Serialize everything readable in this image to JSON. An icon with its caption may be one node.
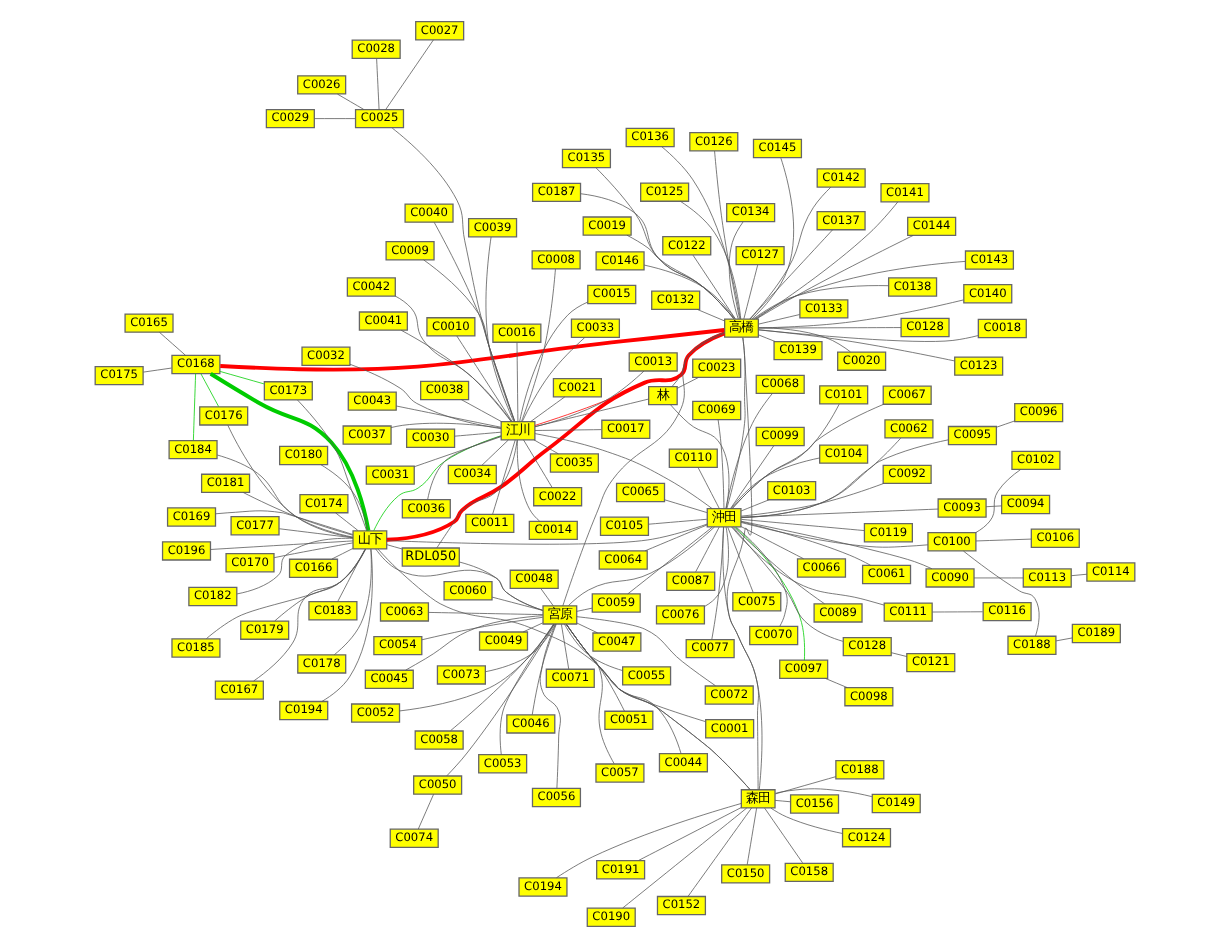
{
  "diagram": {
    "nodes": [
      {
        "text": [
          "山下"
        ]
      },
      {
        "text": [
          "高橋"
        ]
      },
      {
        "text": [
          "森田"
        ]
      },
      {
        "text": [
          "宮原"
        ]
      },
      {
        "text": [
          "江川"
        ]
      },
      {
        "text": [
          "沖田"
        ]
      },
      {
        "text": [
          "林"
        ]
      },
      {
        "text": [
          "RDL050"
        ]
      },
      {
        "text": [
          "C0185"
        ]
      },
      {
        "text": [
          "C0194"
        ]
      },
      {
        "text": [
          "C0167"
        ]
      },
      {
        "text": [
          "C0196"
        ]
      },
      {
        "text": [
          "C0183"
        ]
      },
      {
        "text": [
          "C0166"
        ]
      },
      {
        "text": [
          "C0180"
        ]
      },
      {
        "text": [
          "C0179"
        ]
      },
      {
        "text": [
          "C0178"
        ]
      },
      {
        "text": [
          "C0181"
        ]
      },
      {
        "text": [
          "C0169"
        ]
      },
      {
        "text": [
          "C0177"
        ]
      },
      {
        "text": [
          "C0170"
        ]
      },
      {
        "text": [
          "C0184"
        ]
      },
      {
        "text": [
          "C0168"
        ]
      },
      {
        "text": [
          "C0176"
        ]
      },
      {
        "text": [
          "C0175"
        ]
      },
      {
        "text": [
          "C0165"
        ]
      },
      {
        "text": [
          "C0173"
        ]
      },
      {
        "text": [
          "C0174"
        ]
      },
      {
        "text": [
          "C0182"
        ]
      },
      {
        "text": [
          "C0152"
        ]
      },
      {
        "text": [
          "C0149"
        ]
      },
      {
        "text": [
          "C0150"
        ]
      },
      {
        "text": [
          "C0190"
        ]
      },
      {
        "text": [
          "C0156"
        ]
      },
      {
        "text": [
          "C0124"
        ]
      },
      {
        "text": [
          "C0191"
        ]
      },
      {
        "text": [
          "C0158"
        ]
      },
      {
        "text": [
          "C0188"
        ]
      },
      {
        "text": [
          "C0194"
        ]
      },
      {
        "text": [
          "C0187"
        ]
      },
      {
        "text": [
          "C0126"
        ]
      },
      {
        "text": [
          "C0125"
        ]
      },
      {
        "text": [
          "C0127"
        ]
      },
      {
        "text": [
          "C0138"
        ]
      },
      {
        "text": [
          "C0128"
        ]
      },
      {
        "text": [
          "C0122"
        ]
      },
      {
        "text": [
          "C0123"
        ]
      },
      {
        "text": [
          "C0020"
        ]
      },
      {
        "text": [
          "C0140"
        ]
      },
      {
        "text": [
          "C0018"
        ]
      },
      {
        "text": [
          "C0019"
        ]
      },
      {
        "text": [
          "C0143"
        ]
      },
      {
        "text": [
          "C0141"
        ]
      },
      {
        "text": [
          "C0142"
        ]
      },
      {
        "text": [
          "C0137"
        ]
      },
      {
        "text": [
          "C0139"
        ]
      },
      {
        "text": [
          "C0132"
        ]
      },
      {
        "text": [
          "C0136"
        ]
      },
      {
        "text": [
          "C0133"
        ]
      },
      {
        "text": [
          "C0135"
        ]
      },
      {
        "text": [
          "C0134"
        ]
      },
      {
        "text": [
          "C0145"
        ]
      },
      {
        "text": [
          "C0146"
        ]
      },
      {
        "text": [
          "C0144"
        ]
      },
      {
        "text": [
          "C0001"
        ]
      },
      {
        "text": [
          "C0073"
        ]
      },
      {
        "text": [
          "C0071"
        ]
      },
      {
        "text": [
          "C0055"
        ]
      },
      {
        "text": [
          "C0057"
        ]
      },
      {
        "text": [
          "C0054"
        ]
      },
      {
        "text": [
          "C0056"
        ]
      },
      {
        "text": [
          "C0048"
        ]
      },
      {
        "text": [
          "C0049"
        ]
      },
      {
        "text": [
          "C0045"
        ]
      },
      {
        "text": [
          "C0046"
        ]
      },
      {
        "text": [
          "C0044"
        ]
      },
      {
        "text": [
          "C0047"
        ]
      },
      {
        "text": [
          "C0053"
        ]
      },
      {
        "text": [
          "C0052"
        ]
      },
      {
        "text": [
          "C0072"
        ]
      },
      {
        "text": [
          "C0050"
        ]
      },
      {
        "text": [
          "C0058"
        ]
      },
      {
        "text": [
          "C0051"
        ]
      },
      {
        "text": [
          "C0074"
        ]
      },
      {
        "text": [
          "C0060"
        ]
      },
      {
        "text": [
          "C0063"
        ]
      },
      {
        "text": [
          "C0059"
        ]
      },
      {
        "text": [
          "C0009"
        ]
      },
      {
        "text": [
          "C0010"
        ]
      },
      {
        "text": [
          "C0011"
        ]
      },
      {
        "text": [
          "C0008"
        ]
      },
      {
        "text": [
          "C0026"
        ]
      },
      {
        "text": [
          "C0025"
        ]
      },
      {
        "text": [
          "C0027"
        ]
      },
      {
        "text": [
          "C0028"
        ]
      },
      {
        "text": [
          "C0029"
        ]
      },
      {
        "text": [
          "C0034"
        ]
      },
      {
        "text": [
          "C0022"
        ]
      },
      {
        "text": [
          "C0035"
        ]
      },
      {
        "text": [
          "C0036"
        ]
      },
      {
        "text": [
          "C0033"
        ]
      },
      {
        "text": [
          "C0016"
        ]
      },
      {
        "text": [
          "C0030"
        ]
      },
      {
        "text": [
          "C0031"
        ]
      },
      {
        "text": [
          "C0032"
        ]
      },
      {
        "text": [
          "C0013"
        ]
      },
      {
        "text": [
          "C0017"
        ]
      },
      {
        "text": [
          "C0021"
        ]
      },
      {
        "text": [
          "C0039"
        ]
      },
      {
        "text": [
          "C0040"
        ]
      },
      {
        "text": [
          "C0014"
        ]
      },
      {
        "text": [
          "C0015"
        ]
      },
      {
        "text": [
          "C0038"
        ]
      },
      {
        "text": [
          "C0037"
        ]
      },
      {
        "text": [
          "C0043"
        ]
      },
      {
        "text": [
          "C0042"
        ]
      },
      {
        "text": [
          "C0041"
        ]
      },
      {
        "text": [
          "C0103"
        ]
      },
      {
        "text": [
          "C0089"
        ]
      },
      {
        "text": [
          "C0099"
        ]
      },
      {
        "text": [
          "C0090"
        ]
      },
      {
        "text": [
          "C0113"
        ]
      },
      {
        "text": [
          "C0114"
        ]
      },
      {
        "text": [
          "C0093"
        ]
      },
      {
        "text": [
          "C0094"
        ]
      },
      {
        "text": [
          "C0111"
        ]
      },
      {
        "text": [
          "C0095"
        ]
      },
      {
        "text": [
          "C0116"
        ]
      },
      {
        "text": [
          "C0096"
        ]
      },
      {
        "text": [
          "C0065"
        ]
      },
      {
        "text": [
          "C0068"
        ]
      },
      {
        "text": [
          "C0067"
        ]
      },
      {
        "text": [
          "C0070"
        ]
      },
      {
        "text": [
          "C0062"
        ]
      },
      {
        "text": [
          "C0069"
        ]
      },
      {
        "text": [
          "C0064"
        ]
      },
      {
        "text": [
          "C0066"
        ]
      },
      {
        "text": [
          "C0061"
        ]
      },
      {
        "text": [
          "C0097"
        ]
      },
      {
        "text": [
          "C0104"
        ]
      },
      {
        "text": [
          "C0101"
        ]
      },
      {
        "text": [
          "C0098"
        ]
      },
      {
        "text": [
          "C0100"
        ]
      },
      {
        "text": [
          "C0188"
        ]
      },
      {
        "text": [
          "C0189"
        ]
      },
      {
        "text": [
          "C0128"
        ]
      },
      {
        "text": [
          "C0110"
        ]
      },
      {
        "text": [
          "C0105"
        ]
      },
      {
        "text": [
          "C0102"
        ]
      },
      {
        "text": [
          "C0106"
        ]
      },
      {
        "text": [
          "C0119"
        ]
      },
      {
        "text": [
          "C0121"
        ]
      },
      {
        "text": [
          "C0087"
        ]
      },
      {
        "text": [
          "C0076"
        ]
      },
      {
        "text": [
          "C0075"
        ]
      },
      {
        "text": [
          "C0077"
        ]
      },
      {
        "text": [
          "C0092"
        ]
      },
      {
        "text": [
          "C0023"
        ]
      }
    ],
    "edges": [
      {
        "from": 0,
        "to": 1,
        "arrow": "none",
        "style": "thick",
        "color": "#ff0000"
      },
      {
        "from": 0,
        "to": 22,
        "arrow": "none",
        "style": "thick",
        "color": "#00cc00"
      },
      {
        "from": 22,
        "to": 1,
        "arrow": "none",
        "style": "thick",
        "color": "#ff0000"
      },
      {
        "from": 0,
        "to": 4,
        "arrow": "none",
        "color": "#00cc00"
      },
      {
        "from": 1,
        "to": 4,
        "arrow": "none",
        "color": "#ff0000"
      },
      {
        "from": 0,
        "to": 2,
        "arrow": "none"
      },
      {
        "from": 0,
        "to": 3,
        "arrow": "none"
      },
      {
        "from": 0,
        "to": 5,
        "arrow": "none"
      },
      {
        "from": 2,
        "to": 1,
        "arrow": "none"
      },
      {
        "from": 2,
        "to": 5,
        "arrow": "none"
      },
      {
        "from": 2,
        "to": 3,
        "arrow": "none"
      },
      {
        "from": 1,
        "to": 3,
        "arrow": "none"
      },
      {
        "from": 1,
        "to": 5,
        "arrow": "none"
      },
      {
        "from": 4,
        "to": 5,
        "arrow": "none"
      },
      {
        "from": 5,
        "to": 3,
        "arrow": "none"
      },
      {
        "from": 6,
        "to": 5,
        "arrow": "none"
      },
      {
        "from": 6,
        "to": 4,
        "arrow": "none"
      },
      {
        "from": 7,
        "to": 4,
        "arrow": "none"
      },
      {
        "from": 7,
        "to": 3,
        "arrow": "none"
      },
      {
        "from": 7,
        "to": 0,
        "arrow": "none"
      },
      {
        "from": 6,
        "to": 1,
        "arrow": "none"
      },
      {
        "from": 86,
        "to": 5,
        "arrow": "none"
      },
      {
        "from": 5,
        "to": 138,
        "arrow": "none",
        "color": "#00cc00"
      },
      {
        "from": 22,
        "to": 21,
        "arrow": "none",
        "color": "#00cc00"
      },
      {
        "from": 22,
        "to": 26,
        "arrow": "none",
        "color": "#00cc00"
      },
      {
        "from": 22,
        "to": 23,
        "arrow": "none",
        "color": "#00cc00"
      },
      {
        "from": 8,
        "to": 0,
        "arrow": "none"
      },
      {
        "from": 9,
        "to": 0,
        "arrow": "none"
      },
      {
        "from": 10,
        "to": 0,
        "arrow": "none"
      },
      {
        "from": 11,
        "to": 0,
        "arrow": "none"
      },
      {
        "from": 12,
        "to": 0,
        "arrow": "none"
      },
      {
        "from": 13,
        "to": 0,
        "arrow": "none"
      },
      {
        "from": 14,
        "to": 0,
        "arrow": "none"
      },
      {
        "from": 15,
        "to": 0,
        "arrow": "none"
      },
      {
        "from": 16,
        "to": 0,
        "arrow": "none"
      },
      {
        "from": 17,
        "to": 0,
        "arrow": "none"
      },
      {
        "from": 18,
        "to": 0,
        "arrow": "none"
      },
      {
        "from": 19,
        "to": 0,
        "arrow": "none"
      },
      {
        "from": 20,
        "to": 0,
        "arrow": "none"
      },
      {
        "from": 21,
        "to": 0,
        "arrow": "none"
      },
      {
        "from": 23,
        "to": 0,
        "arrow": "none"
      },
      {
        "from": 24,
        "to": 22,
        "arrow": "none"
      },
      {
        "from": 25,
        "to": 22,
        "arrow": "none"
      },
      {
        "from": 26,
        "to": 0,
        "arrow": "none"
      },
      {
        "from": 27,
        "to": 0,
        "arrow": "none"
      },
      {
        "from": 28,
        "to": 0,
        "arrow": "none"
      },
      {
        "from": 29,
        "to": 2,
        "arrow": "none"
      },
      {
        "from": 30,
        "to": 2,
        "arrow": "none"
      },
      {
        "from": 31,
        "to": 2,
        "arrow": "none"
      },
      {
        "from": 32,
        "to": 2,
        "arrow": "none"
      },
      {
        "from": 33,
        "to": 2,
        "arrow": "none"
      },
      {
        "from": 34,
        "to": 2,
        "arrow": "none"
      },
      {
        "from": 35,
        "to": 2,
        "arrow": "none"
      },
      {
        "from": 36,
        "to": 2,
        "arrow": "none"
      },
      {
        "from": 37,
        "to": 2,
        "arrow": "none"
      },
      {
        "from": 38,
        "to": 2,
        "arrow": "none"
      },
      {
        "from": 39,
        "to": 1,
        "arrow": "none"
      },
      {
        "from": 40,
        "to": 1,
        "arrow": "none"
      },
      {
        "from": 41,
        "to": 1,
        "arrow": "none"
      },
      {
        "from": 42,
        "to": 1,
        "arrow": "none"
      },
      {
        "from": 43,
        "to": 1,
        "arrow": "none"
      },
      {
        "from": 44,
        "to": 1,
        "arrow": "none"
      },
      {
        "from": 45,
        "to": 1,
        "arrow": "none"
      },
      {
        "from": 46,
        "to": 1,
        "arrow": "none"
      },
      {
        "from": 47,
        "to": 1,
        "arrow": "none"
      },
      {
        "from": 48,
        "to": 1,
        "arrow": "none"
      },
      {
        "from": 49,
        "to": 1,
        "arrow": "none"
      },
      {
        "from": 50,
        "to": 1,
        "arrow": "none"
      },
      {
        "from": 51,
        "to": 1,
        "arrow": "none"
      },
      {
        "from": 52,
        "to": 1,
        "arrow": "none"
      },
      {
        "from": 53,
        "to": 1,
        "arrow": "none"
      },
      {
        "from": 54,
        "to": 1,
        "arrow": "none"
      },
      {
        "from": 55,
        "to": 1,
        "arrow": "none"
      },
      {
        "from": 56,
        "to": 1,
        "arrow": "none"
      },
      {
        "from": 57,
        "to": 1,
        "arrow": "none"
      },
      {
        "from": 58,
        "to": 1,
        "arrow": "none"
      },
      {
        "from": 59,
        "to": 1,
        "arrow": "none"
      },
      {
        "from": 60,
        "to": 1,
        "arrow": "none"
      },
      {
        "from": 61,
        "to": 1,
        "arrow": "none"
      },
      {
        "from": 62,
        "to": 1,
        "arrow": "none"
      },
      {
        "from": 63,
        "to": 1,
        "arrow": "none"
      },
      {
        "from": 64,
        "to": 3,
        "arrow": "none"
      },
      {
        "from": 65,
        "to": 3,
        "arrow": "none"
      },
      {
        "from": 66,
        "to": 3,
        "arrow": "none"
      },
      {
        "from": 67,
        "to": 3,
        "arrow": "none"
      },
      {
        "from": 68,
        "to": 3,
        "arrow": "none"
      },
      {
        "from": 69,
        "to": 3,
        "arrow": "none"
      },
      {
        "from": 70,
        "to": 3,
        "arrow": "none"
      },
      {
        "from": 71,
        "to": 3,
        "arrow": "none"
      },
      {
        "from": 72,
        "to": 3,
        "arrow": "none"
      },
      {
        "from": 73,
        "to": 3,
        "arrow": "none"
      },
      {
        "from": 74,
        "to": 3,
        "arrow": "none"
      },
      {
        "from": 75,
        "to": 3,
        "arrow": "none"
      },
      {
        "from": 76,
        "to": 3,
        "arrow": "none"
      },
      {
        "from": 77,
        "to": 3,
        "arrow": "none"
      },
      {
        "from": 78,
        "to": 3,
        "arrow": "none"
      },
      {
        "from": 79,
        "to": 3,
        "arrow": "none"
      },
      {
        "from": 80,
        "to": 3,
        "arrow": "none"
      },
      {
        "from": 81,
        "to": 3,
        "arrow": "none"
      },
      {
        "from": 82,
        "to": 3,
        "arrow": "none"
      },
      {
        "from": 83,
        "to": 80,
        "arrow": "none"
      },
      {
        "from": 84,
        "to": 3,
        "arrow": "none"
      },
      {
        "from": 85,
        "to": 3,
        "arrow": "none"
      },
      {
        "from": 86,
        "to": 3,
        "arrow": "none"
      },
      {
        "from": 87,
        "to": 4,
        "arrow": "none"
      },
      {
        "from": 88,
        "to": 4,
        "arrow": "none"
      },
      {
        "from": 89,
        "to": 4,
        "arrow": "none"
      },
      {
        "from": 90,
        "to": 4,
        "arrow": "none"
      },
      {
        "from": 91,
        "to": 92,
        "arrow": "none"
      },
      {
        "from": 92,
        "to": 4,
        "arrow": "none"
      },
      {
        "from": 93,
        "to": 92,
        "arrow": "none"
      },
      {
        "from": 94,
        "to": 92,
        "arrow": "none"
      },
      {
        "from": 95,
        "to": 92,
        "arrow": "none"
      },
      {
        "from": 96,
        "to": 4,
        "arrow": "none"
      },
      {
        "from": 97,
        "to": 4,
        "arrow": "none"
      },
      {
        "from": 98,
        "to": 4,
        "arrow": "none"
      },
      {
        "from": 99,
        "to": 4,
        "arrow": "none"
      },
      {
        "from": 100,
        "to": 4,
        "arrow": "none"
      },
      {
        "from": 101,
        "to": 4,
        "arrow": "none"
      },
      {
        "from": 102,
        "to": 4,
        "arrow": "none"
      },
      {
        "from": 103,
        "to": 4,
        "arrow": "none"
      },
      {
        "from": 104,
        "to": 4,
        "arrow": "none"
      },
      {
        "from": 105,
        "to": 4,
        "arrow": "none"
      },
      {
        "from": 106,
        "to": 4,
        "arrow": "none"
      },
      {
        "from": 107,
        "to": 4,
        "arrow": "none"
      },
      {
        "from": 108,
        "to": 4,
        "arrow": "none"
      },
      {
        "from": 109,
        "to": 4,
        "arrow": "none"
      },
      {
        "from": 110,
        "to": 4,
        "arrow": "none"
      },
      {
        "from": 111,
        "to": 4,
        "arrow": "none"
      },
      {
        "from": 112,
        "to": 4,
        "arrow": "none"
      },
      {
        "from": 113,
        "to": 4,
        "arrow": "none"
      },
      {
        "from": 114,
        "to": 4,
        "arrow": "none"
      },
      {
        "from": 115,
        "to": 4,
        "arrow": "none"
      },
      {
        "from": 116,
        "to": 4,
        "arrow": "none"
      },
      {
        "from": 117,
        "to": 5,
        "arrow": "none"
      },
      {
        "from": 118,
        "to": 5,
        "arrow": "none"
      },
      {
        "from": 119,
        "to": 5,
        "arrow": "none"
      },
      {
        "from": 120,
        "to": 5,
        "arrow": "none"
      },
      {
        "from": 121,
        "to": 120,
        "arrow": "none"
      },
      {
        "from": 122,
        "to": 121,
        "arrow": "none"
      },
      {
        "from": 123,
        "to": 5,
        "arrow": "none"
      },
      {
        "from": 124,
        "to": 123,
        "arrow": "none"
      },
      {
        "from": 125,
        "to": 5,
        "arrow": "none"
      },
      {
        "from": 126,
        "to": 5,
        "arrow": "none"
      },
      {
        "from": 127,
        "to": 125,
        "arrow": "none"
      },
      {
        "from": 128,
        "to": 126,
        "arrow": "none"
      },
      {
        "from": 129,
        "to": 5,
        "arrow": "none"
      },
      {
        "from": 130,
        "to": 5,
        "arrow": "none"
      },
      {
        "from": 131,
        "to": 5,
        "arrow": "none"
      },
      {
        "from": 132,
        "to": 5,
        "arrow": "none"
      },
      {
        "from": 133,
        "to": 5,
        "arrow": "none"
      },
      {
        "from": 134,
        "to": 5,
        "arrow": "none"
      },
      {
        "from": 135,
        "to": 5,
        "arrow": "none"
      },
      {
        "from": 136,
        "to": 5,
        "arrow": "none"
      },
      {
        "from": 137,
        "to": 5,
        "arrow": "none"
      },
      {
        "from": 139,
        "to": 5,
        "arrow": "none"
      },
      {
        "from": 140,
        "to": 5,
        "arrow": "none"
      },
      {
        "from": 141,
        "to": 138,
        "arrow": "none"
      },
      {
        "from": 142,
        "to": 5,
        "arrow": "none"
      },
      {
        "from": 143,
        "to": 142,
        "arrow": "none"
      },
      {
        "from": 144,
        "to": 143,
        "arrow": "none"
      },
      {
        "from": 145,
        "to": 5,
        "arrow": "none"
      },
      {
        "from": 146,
        "to": 5,
        "arrow": "none"
      },
      {
        "from": 147,
        "to": 5,
        "arrow": "none"
      },
      {
        "from": 148,
        "to": 142,
        "arrow": "none"
      },
      {
        "from": 149,
        "to": 142,
        "arrow": "none"
      },
      {
        "from": 150,
        "to": 5,
        "arrow": "none"
      },
      {
        "from": 151,
        "to": 145,
        "arrow": "none"
      },
      {
        "from": 152,
        "to": 5,
        "arrow": "none"
      },
      {
        "from": 153,
        "to": 5,
        "arrow": "none"
      },
      {
        "from": 154,
        "to": 5,
        "arrow": "none"
      },
      {
        "from": 155,
        "to": 5,
        "arrow": "none"
      },
      {
        "from": 156,
        "to": 5,
        "arrow": "none"
      },
      {
        "from": 157,
        "to": 6,
        "arrow": "none"
      }
    ]
  }
}
